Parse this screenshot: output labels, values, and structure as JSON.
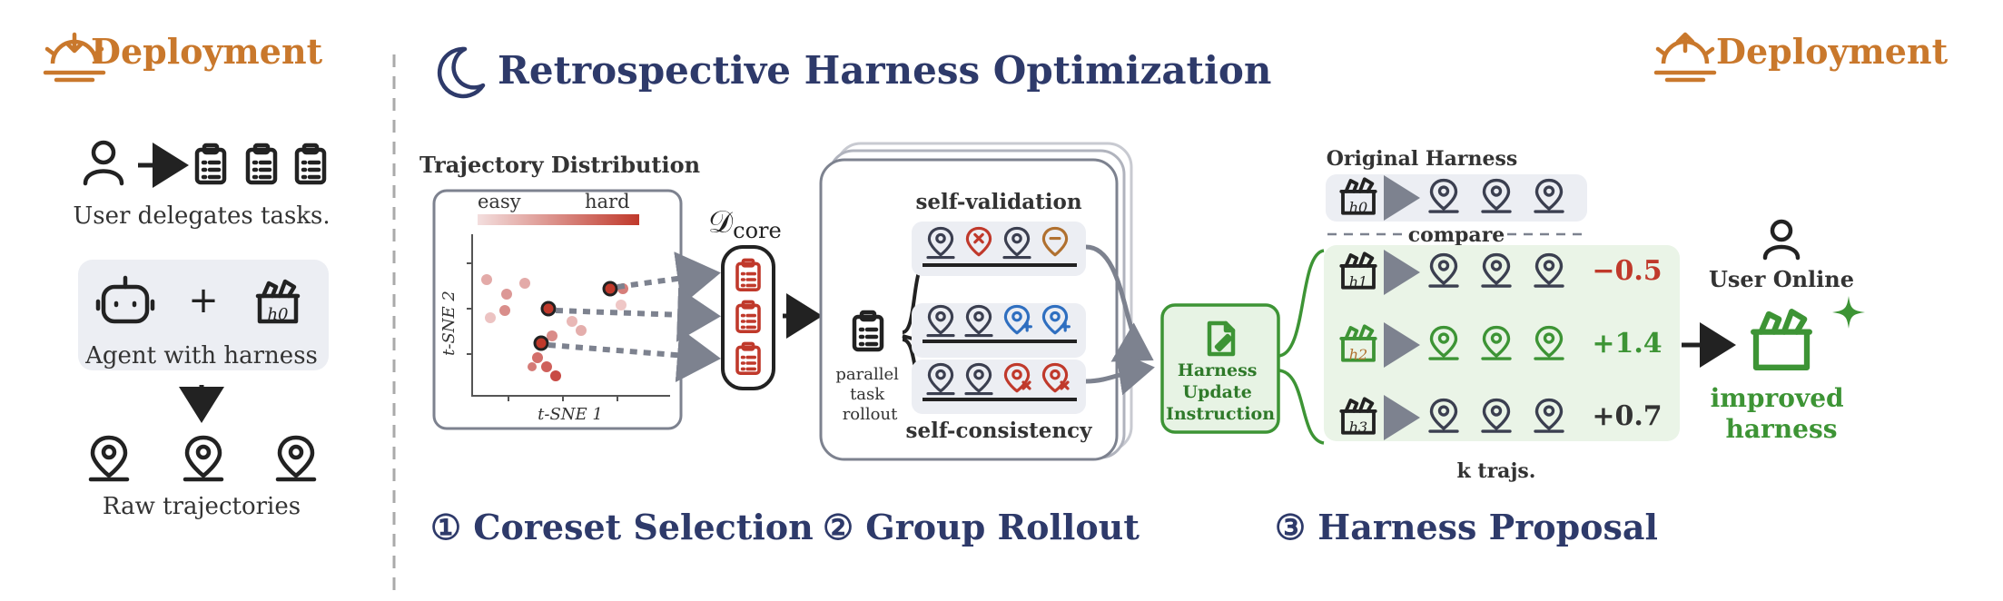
{
  "deployment_left": {
    "title": "Deployment",
    "user_caption": "User delegates tasks.",
    "agent_caption": "Agent with harness",
    "trajectories_caption": "Raw trajectories",
    "harness_label": "h0"
  },
  "retro": {
    "title": "Retrospective Harness Optimization"
  },
  "coreset": {
    "title": "Trajectory Distribution",
    "legend_easy": "easy",
    "legend_hard": "hard",
    "yaxis": "t-SNE 2",
    "xaxis": "t-SNE 1",
    "core_label": "𝒟",
    "core_sub": "core",
    "step_label": "① Coreset Selection"
  },
  "rollout": {
    "self_validation": "self-validation",
    "self_consistency": "self-consistency",
    "parallel_line1": "parallel",
    "parallel_line2": "task",
    "parallel_line3": "rollout",
    "step_label": "② Group Rollout"
  },
  "update": {
    "line1": "Harness",
    "line2": "Update",
    "line3": "Instruction"
  },
  "proposal": {
    "original_label": "Original Harness",
    "compare_label": "compare",
    "k_trajs": "k trajs.",
    "step_label": "③ Harness Proposal",
    "rows": [
      {
        "harness": "h0",
        "score": ""
      },
      {
        "harness": "h1",
        "score": "−0.5"
      },
      {
        "harness": "h2",
        "score": "+1.4"
      },
      {
        "harness": "h3",
        "score": "+0.7"
      }
    ]
  },
  "deployment_right": {
    "title": "Deployment",
    "user_online": "User Online",
    "improved_line1": "improved",
    "improved_line2": "harness"
  },
  "colors": {
    "orange": "#c9782c",
    "navy": "#2e3a6a",
    "green": "#3d9435",
    "red": "#c0392b",
    "gray": "#7d828f"
  }
}
